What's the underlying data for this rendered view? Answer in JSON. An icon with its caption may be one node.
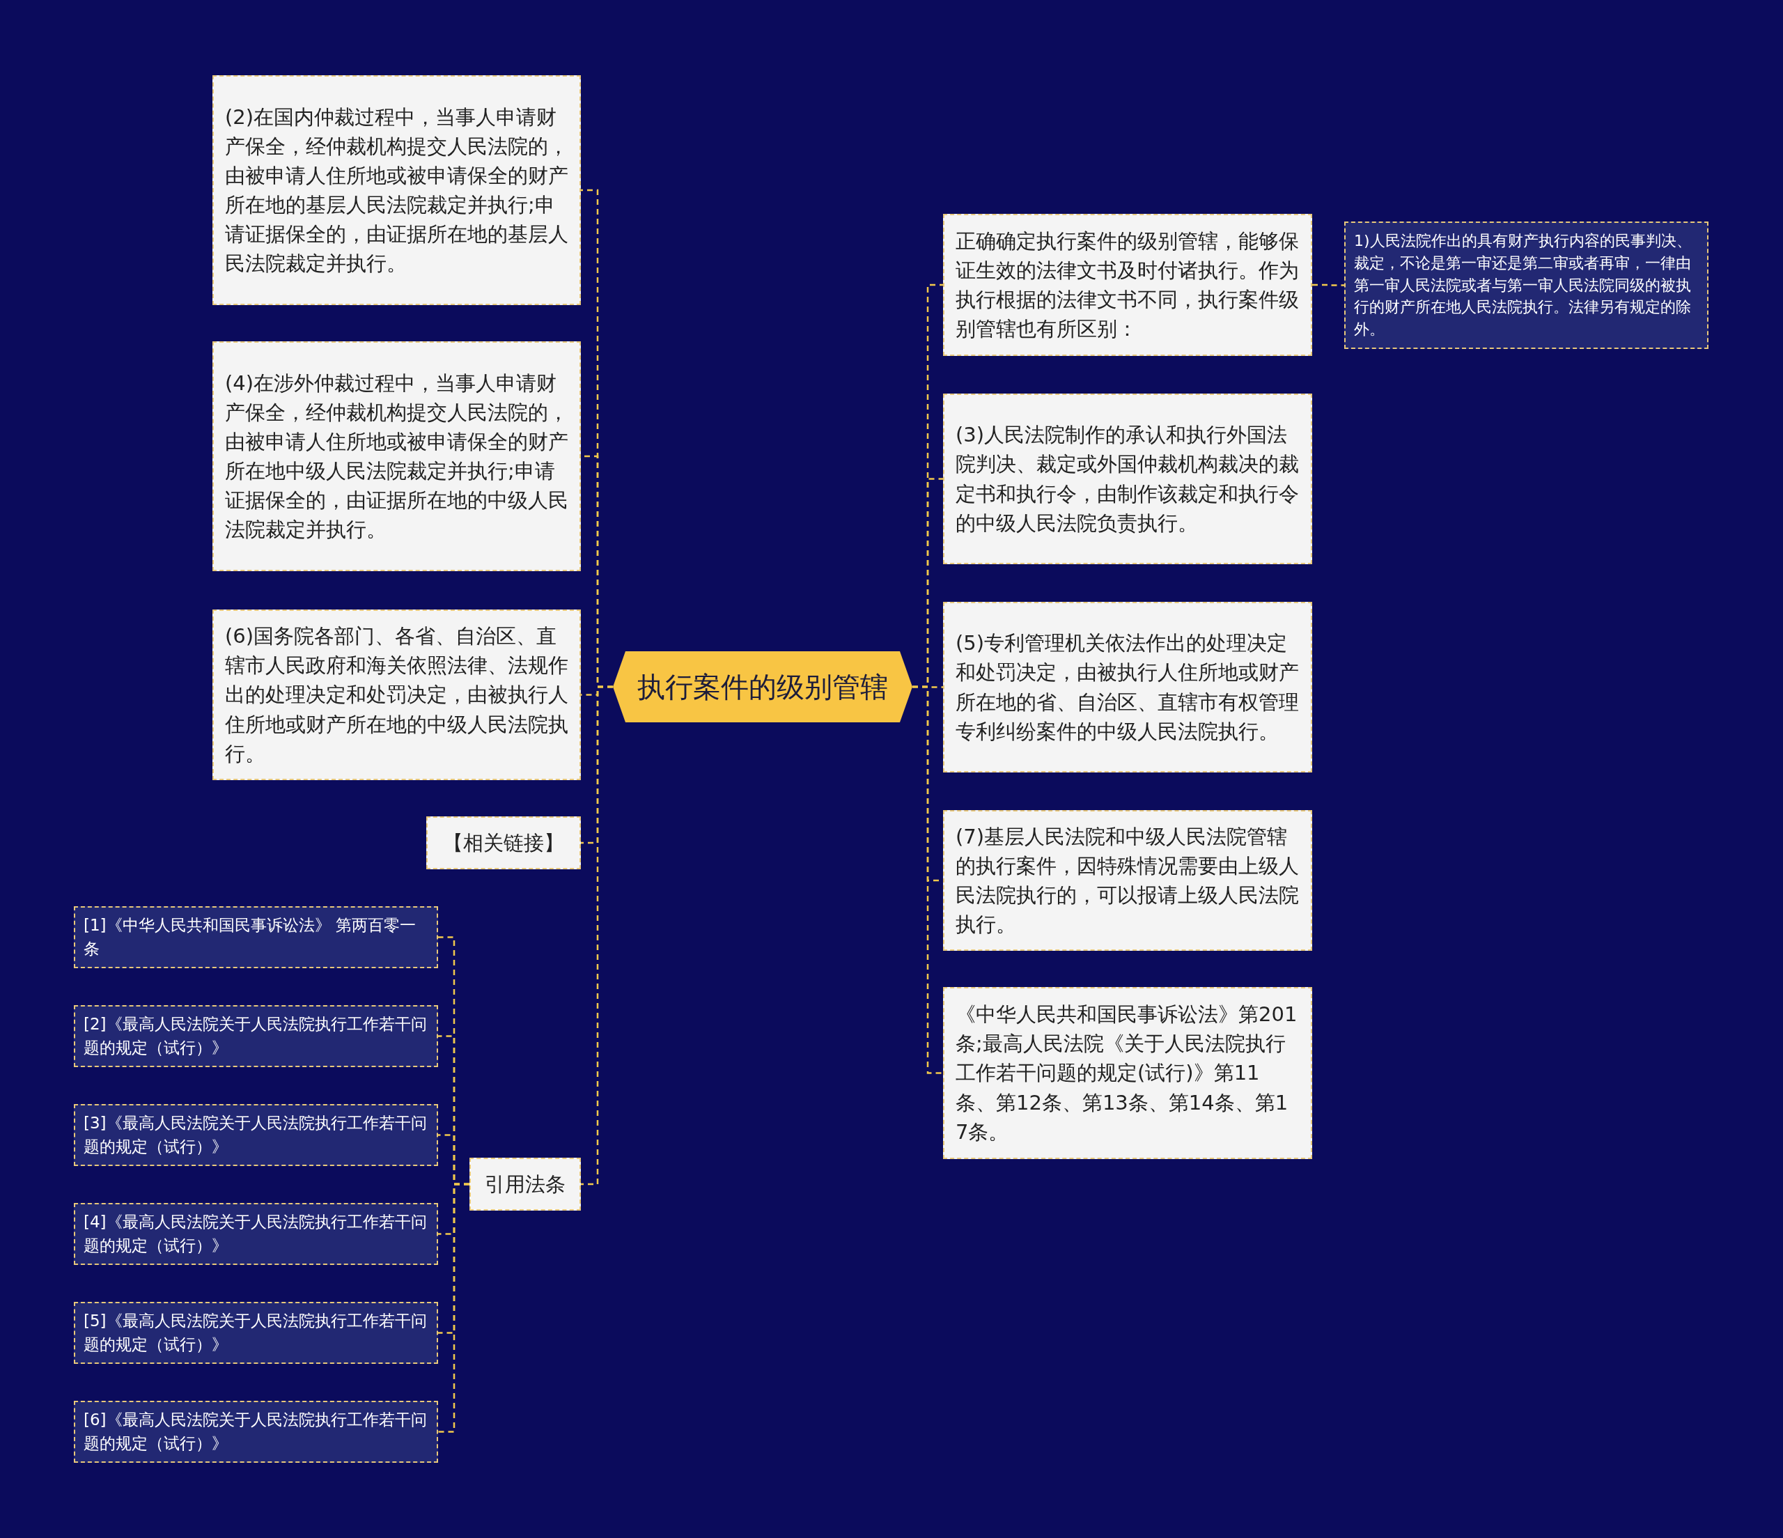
{
  "diagram": {
    "nodes": [
      {
        "text": [
          "执行案件的级别管辖"
        ]
      },
      {
        "text": [
          "(2)在国内仲裁过程中，当事人申请财产保全，经仲裁机构提交人民法院的，由被申请人住所地或被申请保全的财产所在地的基层人民法院裁定并执行;申请证据保全的，由证据所在地的基层人民法院裁定并执行。"
        ]
      },
      {
        "text": [
          "(4)在涉外仲裁过程中，当事人申请财产保全，经仲裁机构提交人民法院的，由被申请人住所地或被申请保全的财产所在地中级人民法院裁定并执行;申请证据保全的，由证据所在地的中级人民法院裁定并执行。"
        ]
      },
      {
        "text": [
          "(6)国务院各部门、各省、自治区、直辖市人民政府和海关依照法律、法规作出的处理决定和处罚决定，由被执行人住所地或财产所在地的中级人民法院执行。"
        ]
      },
      {
        "text": [
          "【相关链接】"
        ]
      },
      {
        "text": [
          "引用法条"
        ]
      },
      {
        "text": [
          "[1]《中华人民共和国民事诉讼法》 第两百零一条"
        ]
      },
      {
        "text": [
          "[2]《最高人民法院关于人民法院执行工作若干问题的规定（试行）》"
        ]
      },
      {
        "text": [
          "[3]《最高人民法院关于人民法院执行工作若干问题的规定（试行）》"
        ]
      },
      {
        "text": [
          "[4]《最高人民法院关于人民法院执行工作若干问题的规定（试行）》"
        ]
      },
      {
        "text": [
          "[5]《最高人民法院关于人民法院执行工作若干问题的规定（试行）》"
        ]
      },
      {
        "text": [
          "[6]《最高人民法院关于人民法院执行工作若干问题的规定（试行）》"
        ]
      },
      {
        "text": [
          "正确确定执行案件的级别管辖，能够保证生效的法律文书及时付诸执行。作为执行根据的法律文书不同，执行案件级别管辖也有所区别："
        ]
      },
      {
        "text": [
          "1)人民法院作出的具有财产执行内容的民事判决、裁定，不论是第一审还是第二审或者再审，一律由第一审人民法院或者与第一审人民法院同级的被执行的财产所在地人民法院执行。法律另有规定的除外。"
        ]
      },
      {
        "text": [
          "(3)人民法院制作的承认和执行外国法院判决、裁定或外国仲裁机构裁决的裁定书和执行令，由制作该裁定和执行令的中级人民法院负责执行。"
        ]
      },
      {
        "text": [
          "(5)专利管理机关依法作出的处理决定和处罚决定，由被执行人住所地或财产所在地的省、自治区、直辖市有权管理专利纠纷案件的中级人民法院执行。"
        ]
      },
      {
        "text": [
          "(7)基层人民法院和中级人民法院管辖的执行案件，因特殊情况需要由上级人民法院执行的，可以报请上级人民法院执行。"
        ]
      },
      {
        "text": [
          "《中华人民共和国民事诉讼法》第201条;最高人民法院《关于人民法院执行工作若干问题的规定(试行)》第11条、第12条、第13条、第14条、第17条。"
        ]
      }
    ],
    "edges": [
      {
        "from": 0,
        "to": 1,
        "arrow": "none"
      },
      {
        "from": 0,
        "to": 2,
        "arrow": "none"
      },
      {
        "from": 0,
        "to": 3,
        "arrow": "none"
      },
      {
        "from": 0,
        "to": 4,
        "arrow": "none"
      },
      {
        "from": 0,
        "to": 5,
        "arrow": "none"
      },
      {
        "from": 5,
        "to": 6,
        "arrow": "none"
      },
      {
        "from": 5,
        "to": 7,
        "arrow": "none"
      },
      {
        "from": 5,
        "to": 8,
        "arrow": "none"
      },
      {
        "from": 5,
        "to": 9,
        "arrow": "none"
      },
      {
        "from": 5,
        "to": 10,
        "arrow": "none"
      },
      {
        "from": 5,
        "to": 11,
        "arrow": "none"
      },
      {
        "from": 0,
        "to": 12,
        "arrow": "none"
      },
      {
        "from": 12,
        "to": 13,
        "arrow": "none"
      },
      {
        "from": 0,
        "to": 14,
        "arrow": "none"
      },
      {
        "from": 0,
        "to": 15,
        "arrow": "none"
      },
      {
        "from": 0,
        "to": 16,
        "arrow": "none"
      },
      {
        "from": 0,
        "to": 17,
        "arrow": "none"
      }
    ]
  }
}
